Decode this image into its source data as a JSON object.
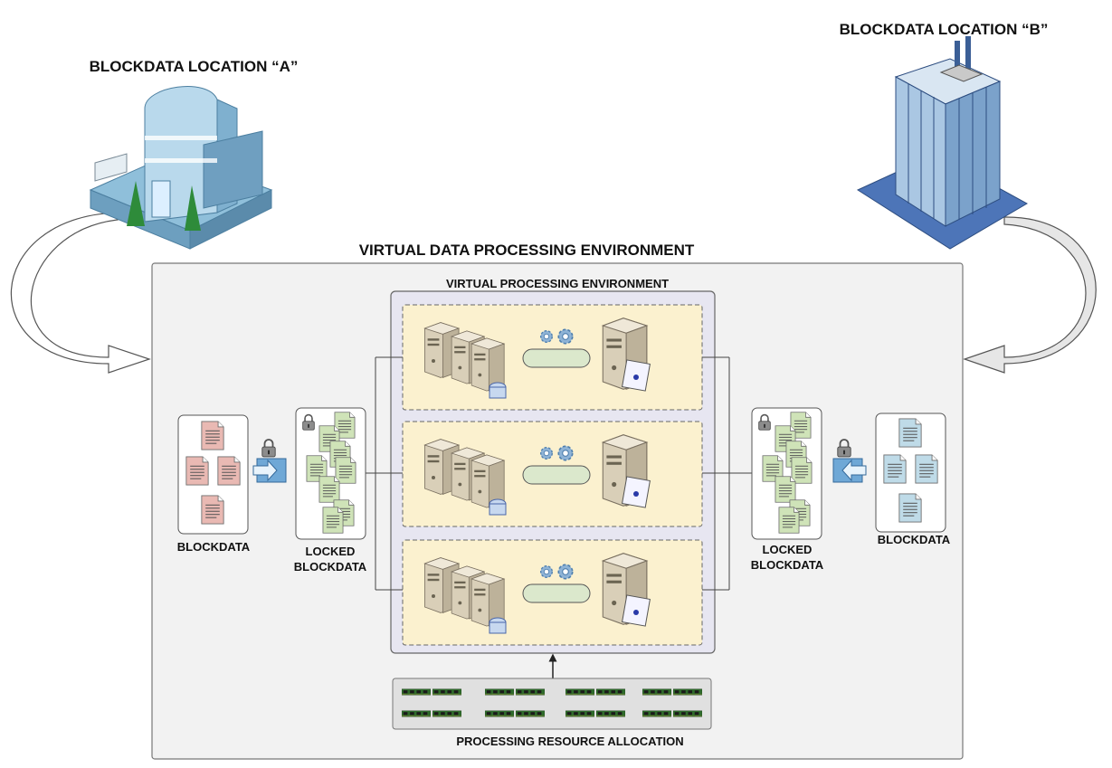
{
  "locations": {
    "a": {
      "title": "BLOCKDATA LOCATION “A”"
    },
    "b": {
      "title": "BLOCKDATA LOCATION “B”"
    }
  },
  "environment": {
    "title": "VIRTUAL DATA PROCESSING ENVIRONMENT",
    "processing_title": "VIRTUAL PROCESSING ENVIRONMENT",
    "resource_label": "PROCESSING RESOURCE ALLOCATION"
  },
  "left": {
    "blockdata_label": "BLOCKDATA",
    "locked_line1": "LOCKED",
    "locked_line2": "BLOCKDATA"
  },
  "right": {
    "blockdata_label": "BLOCKDATA",
    "locked_line1": "LOCKED",
    "locked_line2": "BLOCKDATA"
  },
  "colors": {
    "doc_red": "#e9b9b3",
    "doc_green": "#cfe3b8",
    "doc_blue": "#bfdbe8",
    "lane_fill": "#fbf1cf",
    "frame_fill": "#f2f2f2"
  },
  "processing_lanes": 3,
  "memory_modules_per_group": 4
}
